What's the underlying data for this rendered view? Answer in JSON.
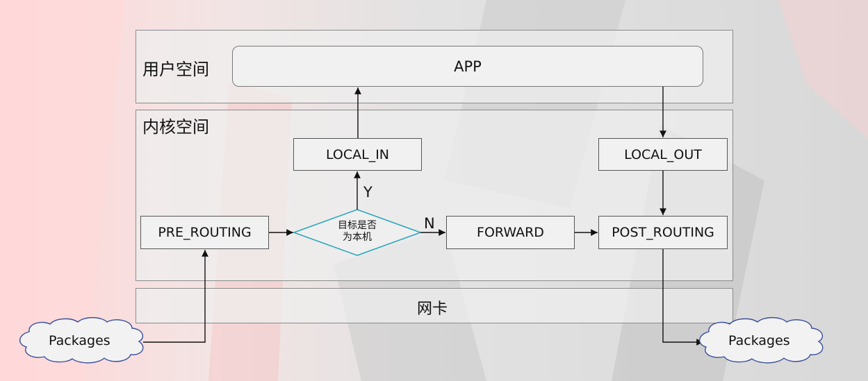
{
  "regions": {
    "user_space": "用户空间",
    "kernel_space": "内核空间",
    "nic": "网卡"
  },
  "nodes": {
    "app": "APP",
    "local_in": "LOCAL_IN",
    "local_out": "LOCAL_OUT",
    "pre_routing": "PRE_ROUTING",
    "forward": "FORWARD",
    "post_routing": "POST_ROUTING",
    "decision_line1": "目标是否",
    "decision_line2": "为本机"
  },
  "branches": {
    "yes": "Y",
    "no": "N"
  },
  "packets": {
    "in": "Packages",
    "out": "Packages"
  },
  "colors": {
    "decision_border": "#2aa6bd",
    "arrow": "#111111",
    "background_accent": "#e8302a"
  }
}
